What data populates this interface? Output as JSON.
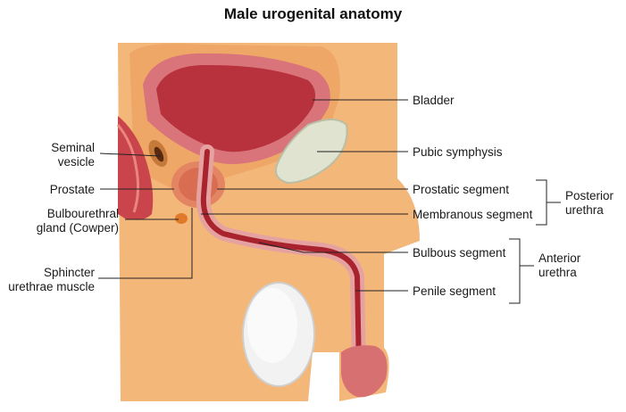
{
  "title": "Male urogenital anatomy",
  "labels": {
    "seminal_vesicle": [
      "Seminal",
      "vesicle"
    ],
    "prostate": "Prostate",
    "bulbourethral_gland": [
      "Bulbourethral",
      "gland (Cowper)"
    ],
    "sphincter": [
      "Sphincter",
      "urethrae muscle"
    ],
    "bladder": "Bladder",
    "pubic_symphysis": "Pubic symphysis",
    "prostatic_segment": "Prostatic segment",
    "membranous_segment": "Membranous segment",
    "bulbous_segment": "Bulbous segment",
    "penile_segment": "Penile segment",
    "posterior_urethra": [
      "Posterior",
      "urethra"
    ],
    "anterior_urethra": [
      "Anterior",
      "urethra"
    ]
  },
  "colors": {
    "skin": "#f4b77a",
    "bladder_wall": "#d9747a",
    "bladder_inner": "#b8323d",
    "urethra": "#a8232e",
    "bone": "#dfe3cf",
    "testis": "#f2f2f2",
    "rectum": "#c9454b",
    "line": "#222222"
  }
}
